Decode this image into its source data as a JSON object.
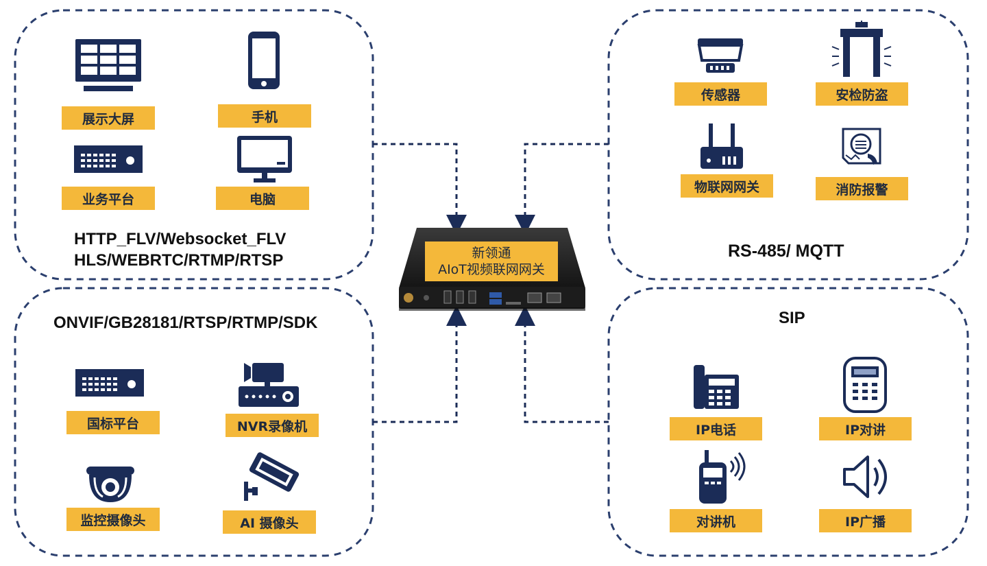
{
  "gateway": {
    "name_line1": "新领通",
    "name_line2": "AIoT视频联网网关"
  },
  "top_left": {
    "protocol_line1": "HTTP_FLV/Websocket_FLV",
    "protocol_line2": "HLS/WEBRTC/RTMP/RTSP",
    "items": [
      {
        "label": "展示大屏",
        "icon": "display-wall-icon"
      },
      {
        "label": "手机",
        "icon": "phone-icon"
      },
      {
        "label": "业务平台",
        "icon": "server-rack-icon"
      },
      {
        "label": "电脑",
        "icon": "monitor-icon"
      }
    ]
  },
  "bottom_left": {
    "protocol": "ONVIF/GB28181/RTSP/RTMP/SDK",
    "items": [
      {
        "label": "国标平台",
        "icon": "server-rack-icon"
      },
      {
        "label": "NVR录像机",
        "icon": "nvr-recorder-icon"
      },
      {
        "label": "监控摄像头",
        "icon": "dome-camera-icon"
      },
      {
        "label": "AI 摄像头",
        "icon": "bullet-camera-icon"
      }
    ]
  },
  "top_right": {
    "protocol": "RS-485/ MQTT",
    "items": [
      {
        "label": "传感器",
        "icon": "smoke-sensor-icon"
      },
      {
        "label": "安检防盗",
        "icon": "security-gate-icon"
      },
      {
        "label": "物联网网关",
        "icon": "router-icon"
      },
      {
        "label": "消防报警",
        "icon": "fire-alarm-icon"
      }
    ]
  },
  "bottom_right": {
    "protocol": "SIP",
    "items": [
      {
        "label": "IP电话",
        "icon": "desk-phone-icon"
      },
      {
        "label": "IP对讲",
        "icon": "intercom-icon"
      },
      {
        "label": "对讲机",
        "icon": "walkie-talkie-icon"
      },
      {
        "label": "IP广播",
        "icon": "speaker-icon"
      }
    ]
  },
  "colors": {
    "navy": "#1b2c57",
    "label_yellow": "#f4b83a",
    "dash": "#2b3f6e"
  }
}
